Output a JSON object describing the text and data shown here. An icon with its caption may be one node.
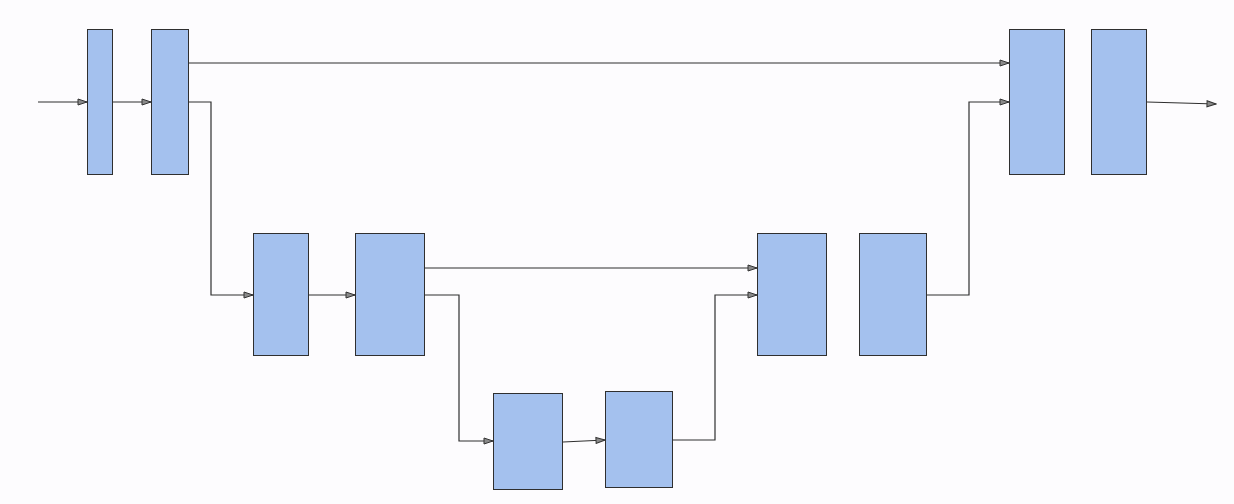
{
  "diagram": {
    "nodes": [
      {
        "text": [],
        "shape": "box"
      },
      {
        "text": [],
        "shape": "box"
      },
      {
        "text": [],
        "shape": "box"
      },
      {
        "text": [],
        "shape": "box"
      },
      {
        "text": [],
        "shape": "box"
      },
      {
        "text": [],
        "shape": "box"
      },
      {
        "text": [],
        "shape": "box"
      },
      {
        "text": [],
        "shape": "box"
      },
      {
        "text": [],
        "shape": "box"
      },
      {
        "text": [],
        "shape": "box"
      }
    ],
    "edges": [
      {
        "from": null,
        "to": 0,
        "arrow": "to"
      },
      {
        "from": 0,
        "to": 1,
        "arrow": "to"
      },
      {
        "from": 1,
        "to": 8,
        "arrow": "to"
      },
      {
        "from": 1,
        "to": 2,
        "arrow": "to"
      },
      {
        "from": 2,
        "to": 3,
        "arrow": "to"
      },
      {
        "from": 3,
        "to": 6,
        "arrow": "to"
      },
      {
        "from": 3,
        "to": 4,
        "arrow": "to"
      },
      {
        "from": 4,
        "to": 5,
        "arrow": "to"
      },
      {
        "from": 5,
        "to": 6,
        "arrow": "to"
      },
      {
        "from": 7,
        "to": 8,
        "arrow": "to"
      },
      {
        "from": 9,
        "to": null,
        "arrow": "to"
      }
    ]
  }
}
